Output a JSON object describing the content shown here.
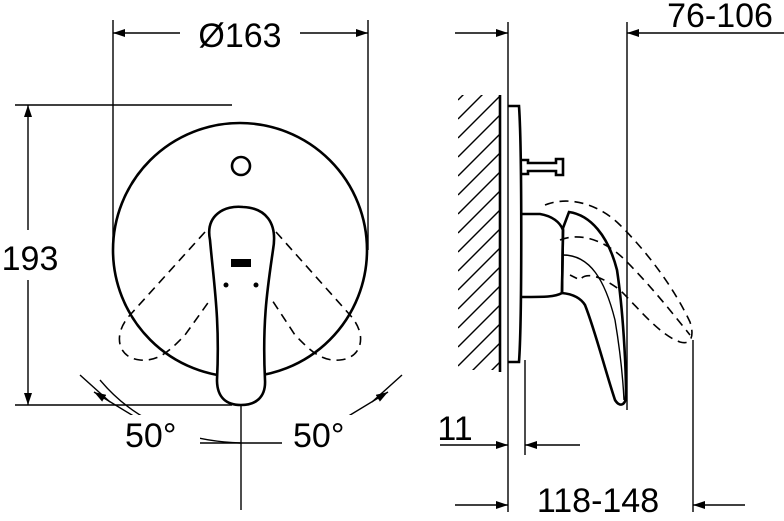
{
  "front_view": {
    "diameter_label": "Ø163",
    "height_label": "193",
    "angle_left_label": "50°",
    "angle_right_label": "50°"
  },
  "side_view": {
    "projection_label": "76-106",
    "plate_label": "11",
    "depth_label": "118-148"
  }
}
